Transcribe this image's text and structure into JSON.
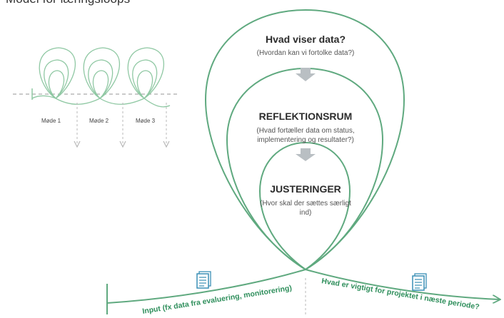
{
  "title": "Model for læringsloops",
  "meetings": [
    "Møde 1",
    "Møde 2",
    "Møde 3"
  ],
  "loops": {
    "outer": {
      "heading": "Hvad viser data?",
      "sub": [
        "(Hvordan kan vi fortolke data?)"
      ]
    },
    "middle": {
      "heading": "REFLEKTIONSRUM",
      "sub": [
        "(Hvad fortæller data om status,",
        "implementering og resultater?)"
      ]
    },
    "inner": {
      "heading": "JUSTERINGER",
      "sub": [
        "(Hvor skal der sættes særligt",
        "ind)"
      ]
    }
  },
  "arrows": {
    "input_label": "Input (fx data fra evaluering, monitorering)",
    "output_label": "Hvad er vigtigt for projektet i næste periode?"
  },
  "colors": {
    "accent": "#5fa97f",
    "accent_light": "#8fc8a3",
    "icon": "#3a8fb5",
    "arrow_gray": "#b8b8b8"
  },
  "icons": [
    "document-icon",
    "document-icon",
    "down-arrow-icon"
  ]
}
